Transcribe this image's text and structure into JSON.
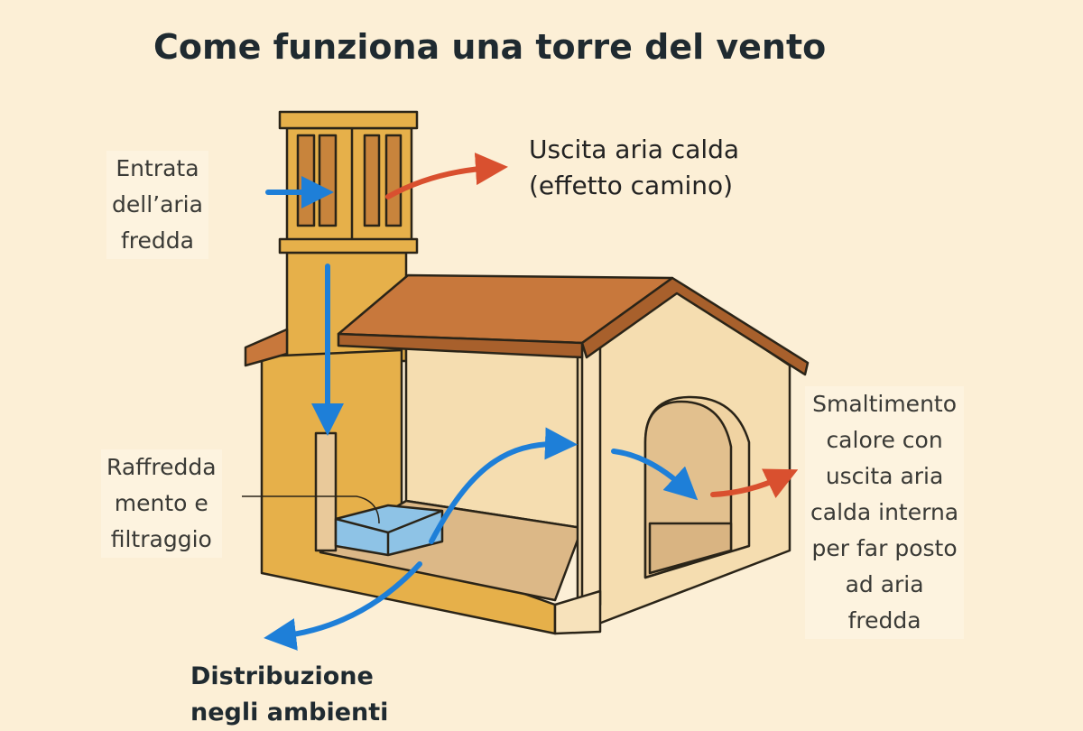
{
  "title": "Come funziona una torre del vento",
  "labels": {
    "air_in": [
      "Entrata",
      "dell’aria",
      "fredda"
    ],
    "hot_out": [
      "Uscita aria calda",
      "(effetto camino)"
    ],
    "cooling": [
      "Raffredda",
      "mento e",
      "filtraggio"
    ],
    "heat_disposal": [
      "Smaltimento",
      "calore con",
      "uscita aria",
      "calda interna",
      "per far posto",
      "ad aria",
      "fredda"
    ],
    "distribution": [
      "Distribuzione",
      "negli ambienti"
    ]
  },
  "colors": {
    "background": "#fcefd6",
    "tower": "#e6b04a",
    "wall": "#f5ddb0",
    "roof": "#c8783c",
    "cold_air": "#1e7fd8",
    "hot_air": "#d9502f",
    "water": "#8ec3e6"
  }
}
